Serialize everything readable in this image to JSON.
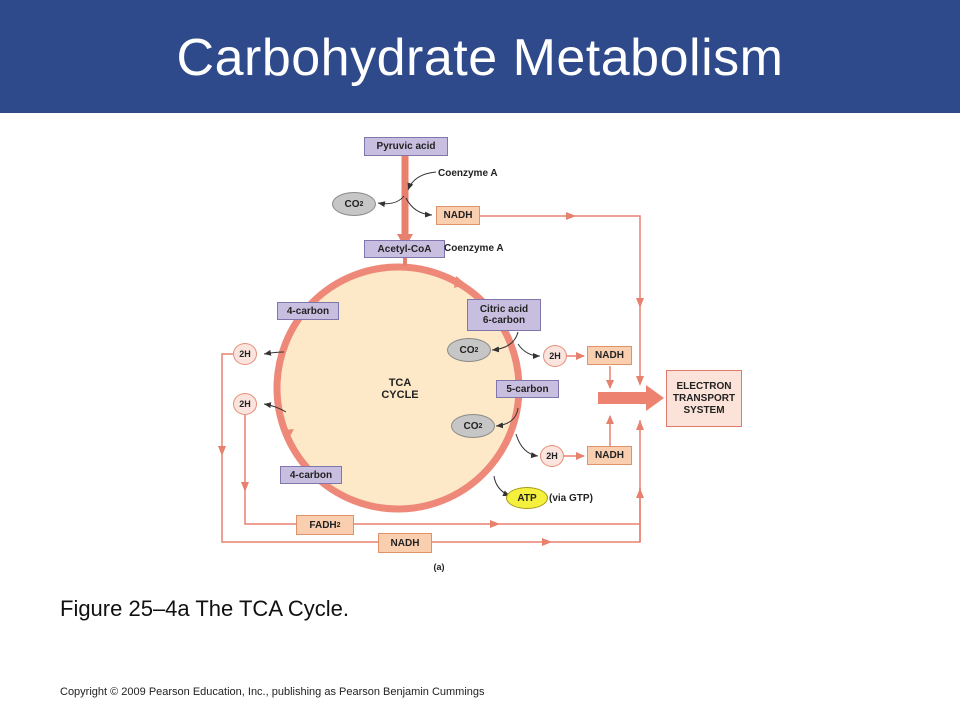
{
  "title": "Carbohydrate Metabolism",
  "diagram": {
    "pyruvic_acid": "Pyruvic acid",
    "coenzyme_a_in": "Coenzyme A",
    "co2": "CO",
    "co2_sub": "2",
    "nadh": "NADH",
    "acetyl_coa": "Acetyl-CoA",
    "coenzyme_a_out": "Coenzyme A",
    "four_carbon": "4-carbon",
    "citric_acid": "Citric acid",
    "six_carbon": "6-carbon",
    "two_h": "2H",
    "tca_line1": "TCA",
    "tca_line2": "CYCLE",
    "five_carbon": "5-carbon",
    "ets_line1": "ELECTRON",
    "ets_line2": "TRANSPORT",
    "ets_line3": "SYSTEM",
    "atp": "ATP",
    "via_gtp": "(via GTP)",
    "fadh": "FADH",
    "fadh_sub": "2",
    "panel": "(a)"
  },
  "caption": "Figure 25–4a The TCA Cycle.",
  "copyright": "Copyright © 2009 Pearson Education, Inc., publishing as Pearson Benjamin Cummings",
  "colors": {
    "title_bar": "#2e4a8b",
    "arrow": "#e8806e",
    "cycle_fill": "#fde9c8",
    "purple_box": "#c8bfe0",
    "orange_box": "#f9cfb0",
    "atp": "#f5ef3d"
  }
}
